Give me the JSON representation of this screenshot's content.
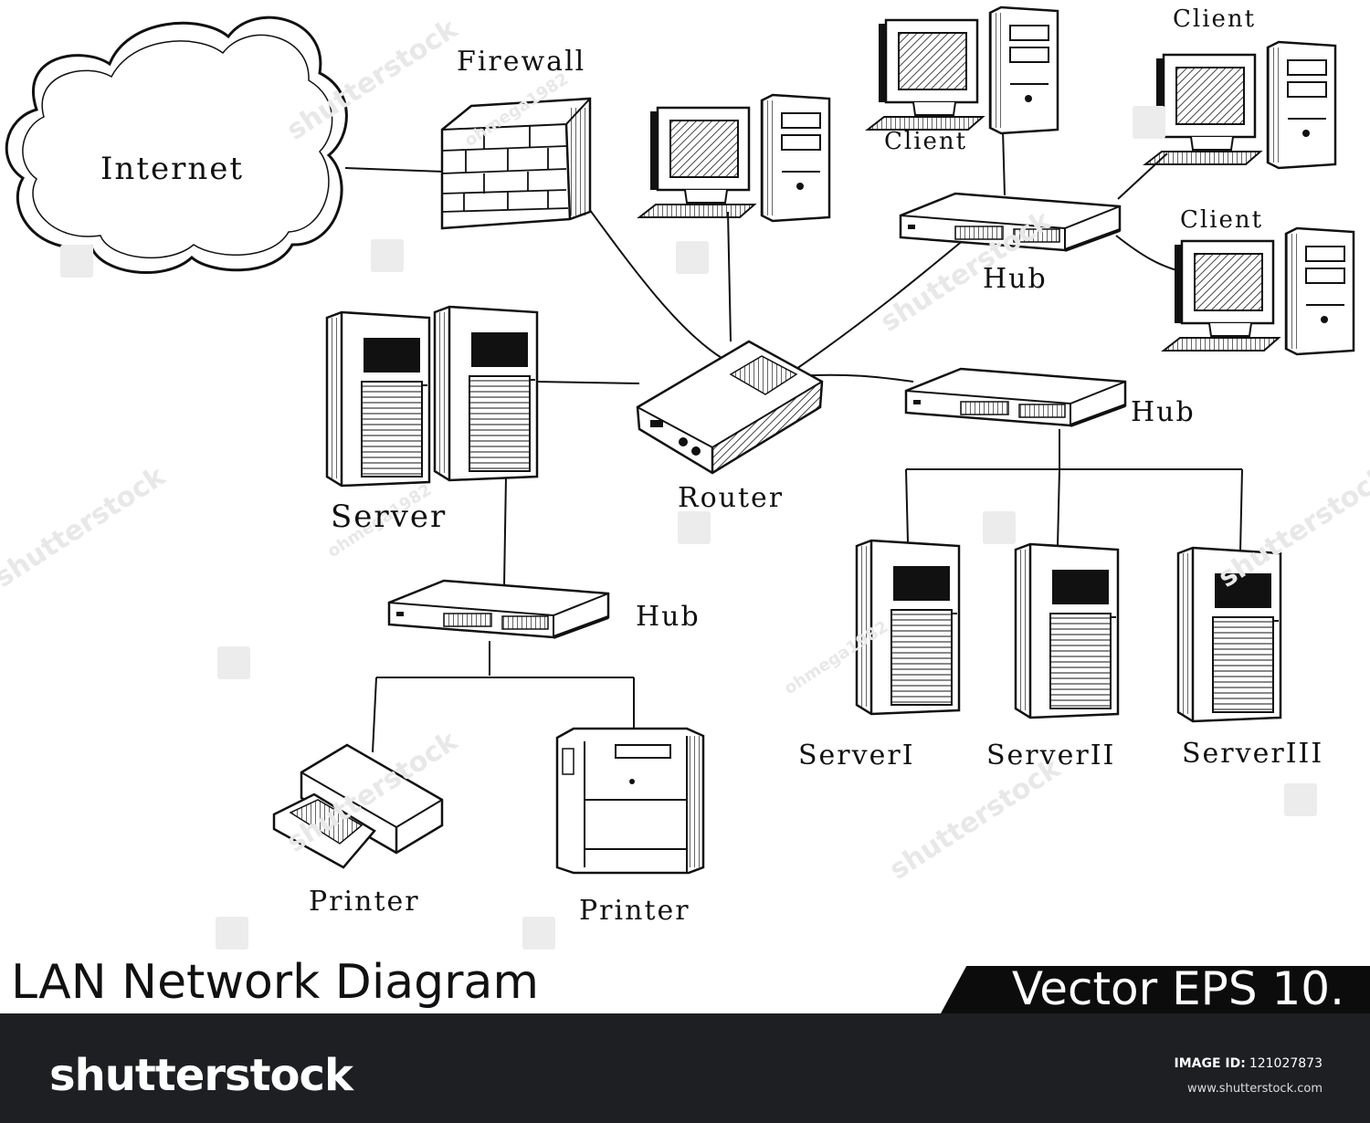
{
  "labels": {
    "internet": "Internet",
    "firewall": "Firewall",
    "client_1": "Client",
    "client_2": "Client",
    "client_3": "Client",
    "hub_top": "Hub",
    "hub_mid": "Hub",
    "hub_bottom": "Hub",
    "router": "Router",
    "server": "Server",
    "server_1": "ServerI",
    "server_2": "ServerII",
    "server_3": "ServerIII",
    "printer_1": "Printer",
    "printer_2": "Printer"
  },
  "title": "LAN Network Diagram",
  "badge": "Vector EPS 10.",
  "footer": {
    "brand": "shutterstock",
    "image_id_label": "IMAGE ID:",
    "image_id": "121027873",
    "site": "www.shutterstock.com"
  },
  "watermark": {
    "text": "shutterstock",
    "author": "ohmega1982"
  },
  "colors": {
    "ink": "#111111",
    "footer_bg": "#1d1f22",
    "badge_bg": "#0c0c0c"
  }
}
